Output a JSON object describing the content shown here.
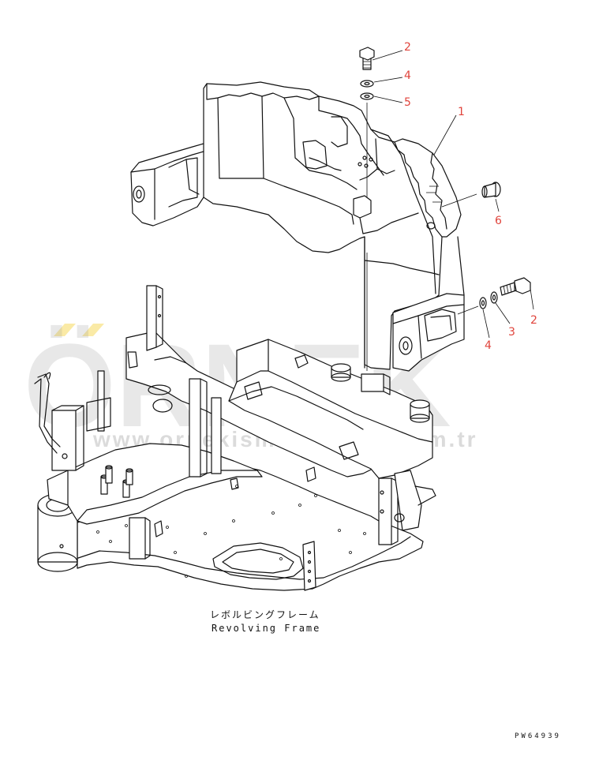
{
  "callouts": [
    {
      "id": "c2a",
      "label": "2"
    },
    {
      "id": "c4a",
      "label": "4"
    },
    {
      "id": "c5",
      "label": "5"
    },
    {
      "id": "c1",
      "label": "1"
    },
    {
      "id": "c6",
      "label": "6"
    },
    {
      "id": "c2b",
      "label": "2"
    },
    {
      "id": "c3",
      "label": "3"
    },
    {
      "id": "c4b",
      "label": "4"
    }
  ],
  "caption": {
    "japanese": "レボルビングフレーム",
    "english": "Revolving Frame"
  },
  "drawing_code": "PW64939",
  "watermark": {
    "brand": "ÖRNEK",
    "url": "www.ornekismakinalari.com.tr"
  },
  "colors": {
    "callout": "#e0443c",
    "line": "#111111",
    "watermark": "#9a9a9a"
  }
}
